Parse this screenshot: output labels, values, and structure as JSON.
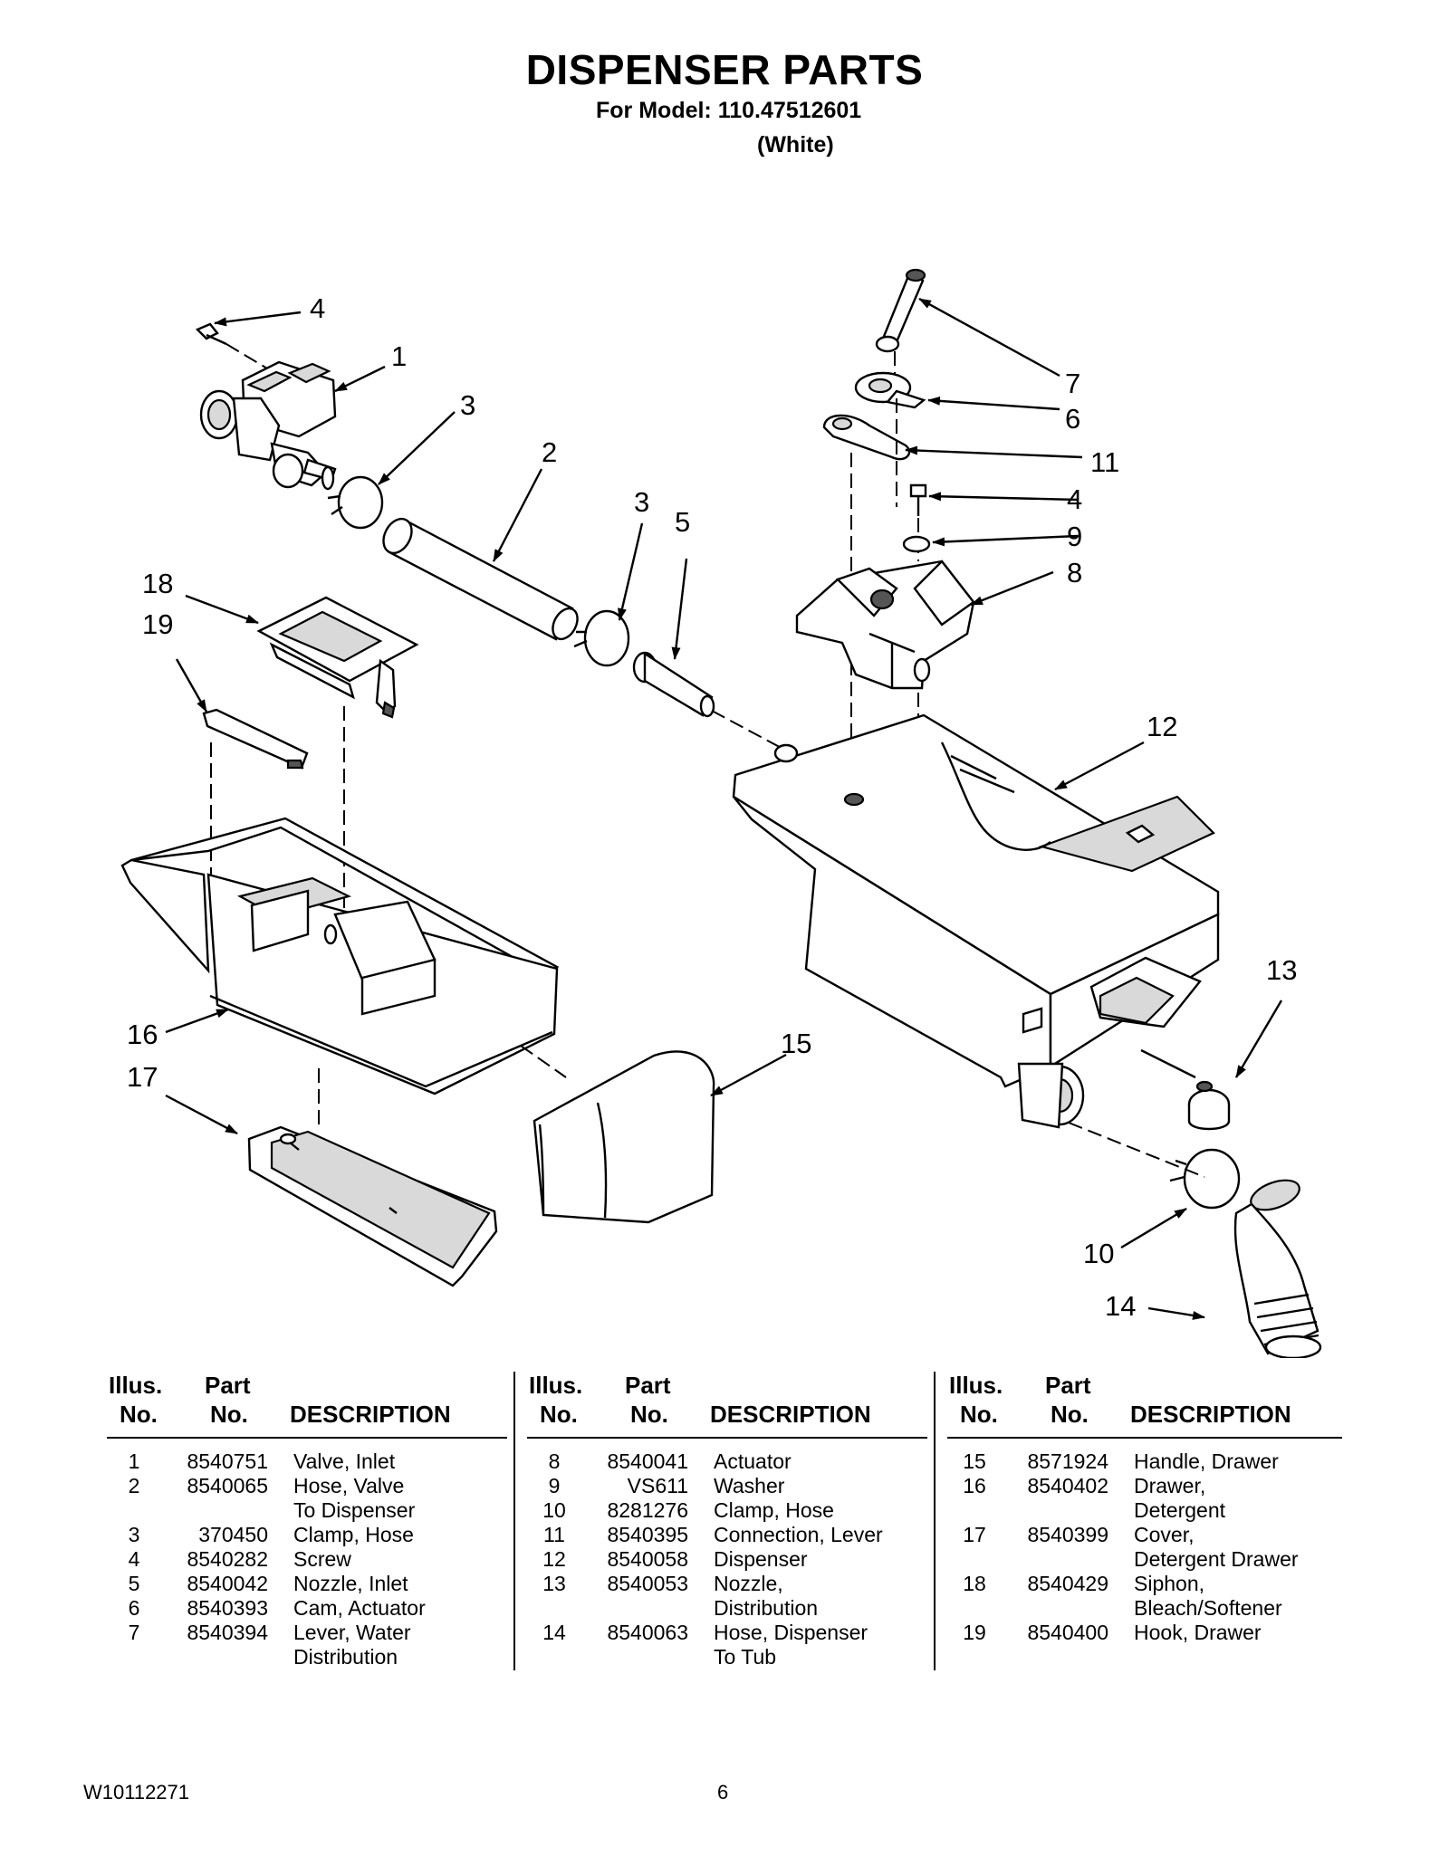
{
  "header": {
    "title": "DISPENSER PARTS",
    "model": "For Model: 110.47512601",
    "color": "(White)"
  },
  "callouts": [
    "4",
    "1",
    "3",
    "2",
    "3",
    "5",
    "18",
    "19",
    "7",
    "6",
    "11",
    "4",
    "9",
    "8",
    "12",
    "13",
    "16",
    "17",
    "15",
    "10",
    "14"
  ],
  "table": {
    "headers": {
      "illus": "Illus.",
      "illus_no": "No.",
      "part": "Part",
      "part_no": "No.",
      "description": "DESCRIPTION"
    },
    "columns": [
      [
        {
          "no": "1",
          "part": "8540751",
          "desc": [
            "Valve, Inlet"
          ]
        },
        {
          "no": "2",
          "part": "8540065",
          "desc": [
            "Hose, Valve",
            "To Dispenser"
          ]
        },
        {
          "no": "3",
          "part": "370450",
          "desc": [
            "Clamp, Hose"
          ]
        },
        {
          "no": "4",
          "part": "8540282",
          "desc": [
            "Screw"
          ]
        },
        {
          "no": "5",
          "part": "8540042",
          "desc": [
            "Nozzle, Inlet"
          ]
        },
        {
          "no": "6",
          "part": "8540393",
          "desc": [
            "Cam, Actuator"
          ]
        },
        {
          "no": "7",
          "part": "8540394",
          "desc": [
            "Lever, Water",
            "Distribution"
          ]
        }
      ],
      [
        {
          "no": "8",
          "part": "8540041",
          "desc": [
            "Actuator"
          ]
        },
        {
          "no": "9",
          "part": "VS611",
          "desc": [
            "Washer"
          ]
        },
        {
          "no": "10",
          "part": "8281276",
          "desc": [
            "Clamp, Hose"
          ]
        },
        {
          "no": "11",
          "part": "8540395",
          "desc": [
            "Connection, Lever"
          ]
        },
        {
          "no": "12",
          "part": "8540058",
          "desc": [
            "Dispenser"
          ]
        },
        {
          "no": "13",
          "part": "8540053",
          "desc": [
            "Nozzle,",
            "Distribution"
          ]
        },
        {
          "no": "14",
          "part": "8540063",
          "desc": [
            "Hose, Dispenser",
            "To Tub"
          ]
        }
      ],
      [
        {
          "no": "15",
          "part": "8571924",
          "desc": [
            "Handle, Drawer"
          ]
        },
        {
          "no": "16",
          "part": "8540402",
          "desc": [
            "Drawer,",
            "Detergent"
          ]
        },
        {
          "no": "17",
          "part": "8540399",
          "desc": [
            "Cover,",
            "Detergent Drawer"
          ]
        },
        {
          "no": "18",
          "part": "8540429",
          "desc": [
            "Siphon,",
            "Bleach/Softener"
          ]
        },
        {
          "no": "19",
          "part": "8540400",
          "desc": [
            "Hook, Drawer"
          ]
        }
      ]
    ]
  },
  "footer": {
    "doc_number": "W10112271",
    "page": "6"
  }
}
